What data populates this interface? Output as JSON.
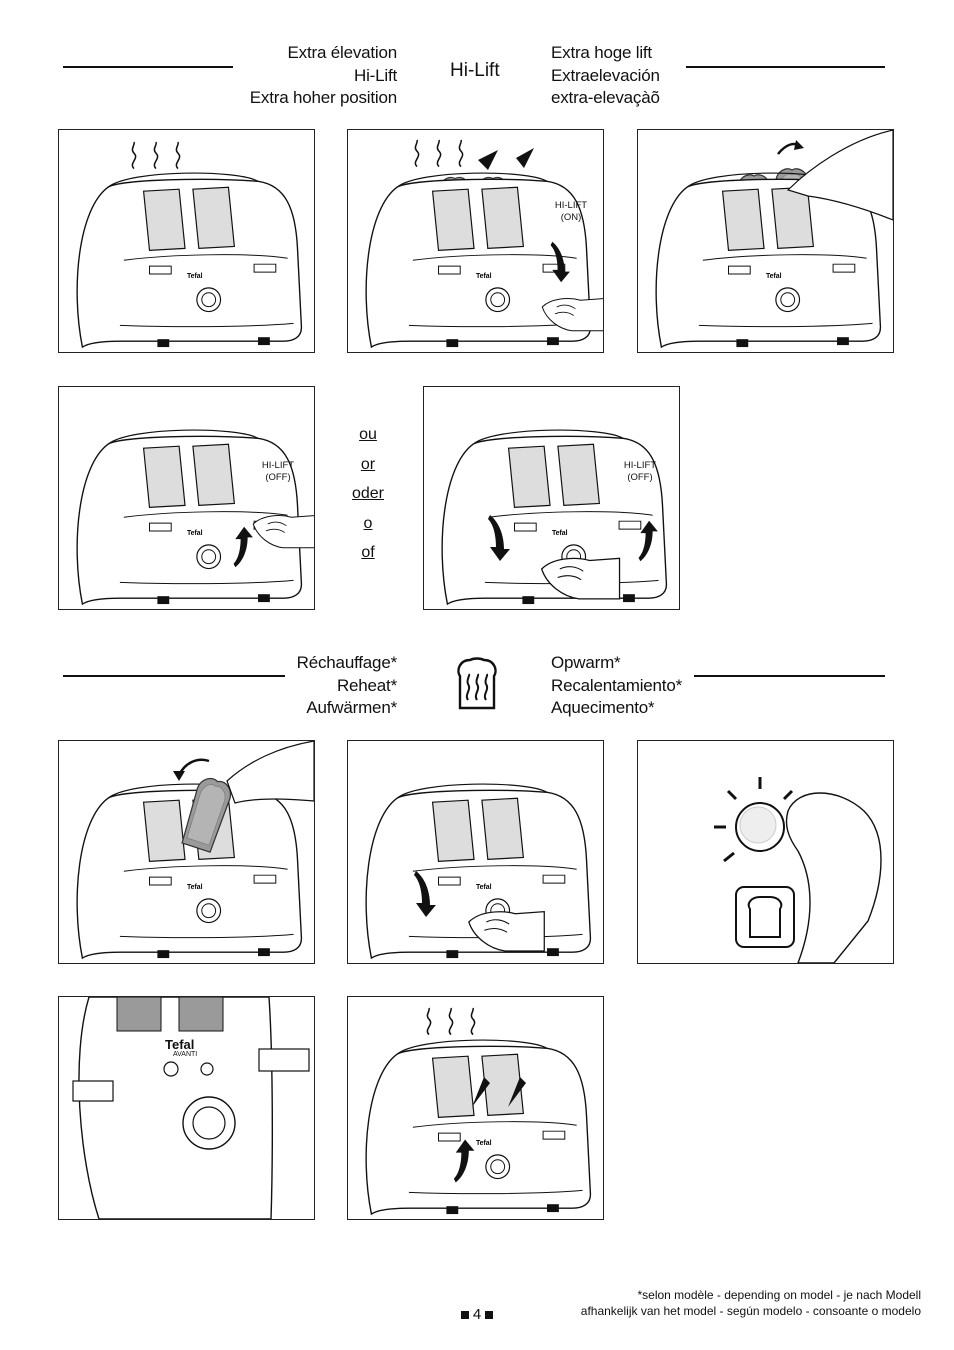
{
  "section_hilift": {
    "left_lines": [
      "Extra élevation",
      "Hi-Lift",
      "Extra hoher position"
    ],
    "title": "Hi-Lift",
    "right_lines": [
      "Extra hoge lift",
      "Extraelevación",
      "extra-elevaçàõ"
    ]
  },
  "panel_labels": {
    "hilift_on": [
      "HI-LIFT",
      "(ON)"
    ],
    "hilift_off_1": [
      "HI-LIFT",
      "(OFF)"
    ],
    "hilift_off_2": [
      "HI-LIFT",
      "(OFF)"
    ]
  },
  "alternatives": [
    "ou",
    "or",
    "oder",
    "o",
    "of"
  ],
  "section_reheat": {
    "left_lines": [
      "Réchauffage*",
      "Reheat*",
      "Aufwärmen*"
    ],
    "icon": "reheat-toast-icon",
    "right_lines": [
      "Opwarm*",
      "Recalentamiento*",
      "Aquecimento*"
    ]
  },
  "toaster_brand": "Tefal",
  "toaster_model": "AVANTI",
  "footnote": {
    "line1": "*selon modèle - depending on model - je nach Modell",
    "line2": "afhankelijk van het model - según modelo - consoante o modelo"
  },
  "page_number": "4",
  "colors": {
    "ink": "#111111",
    "toast": "#9a9a9a",
    "toast_crust": "#6e6e6e"
  }
}
